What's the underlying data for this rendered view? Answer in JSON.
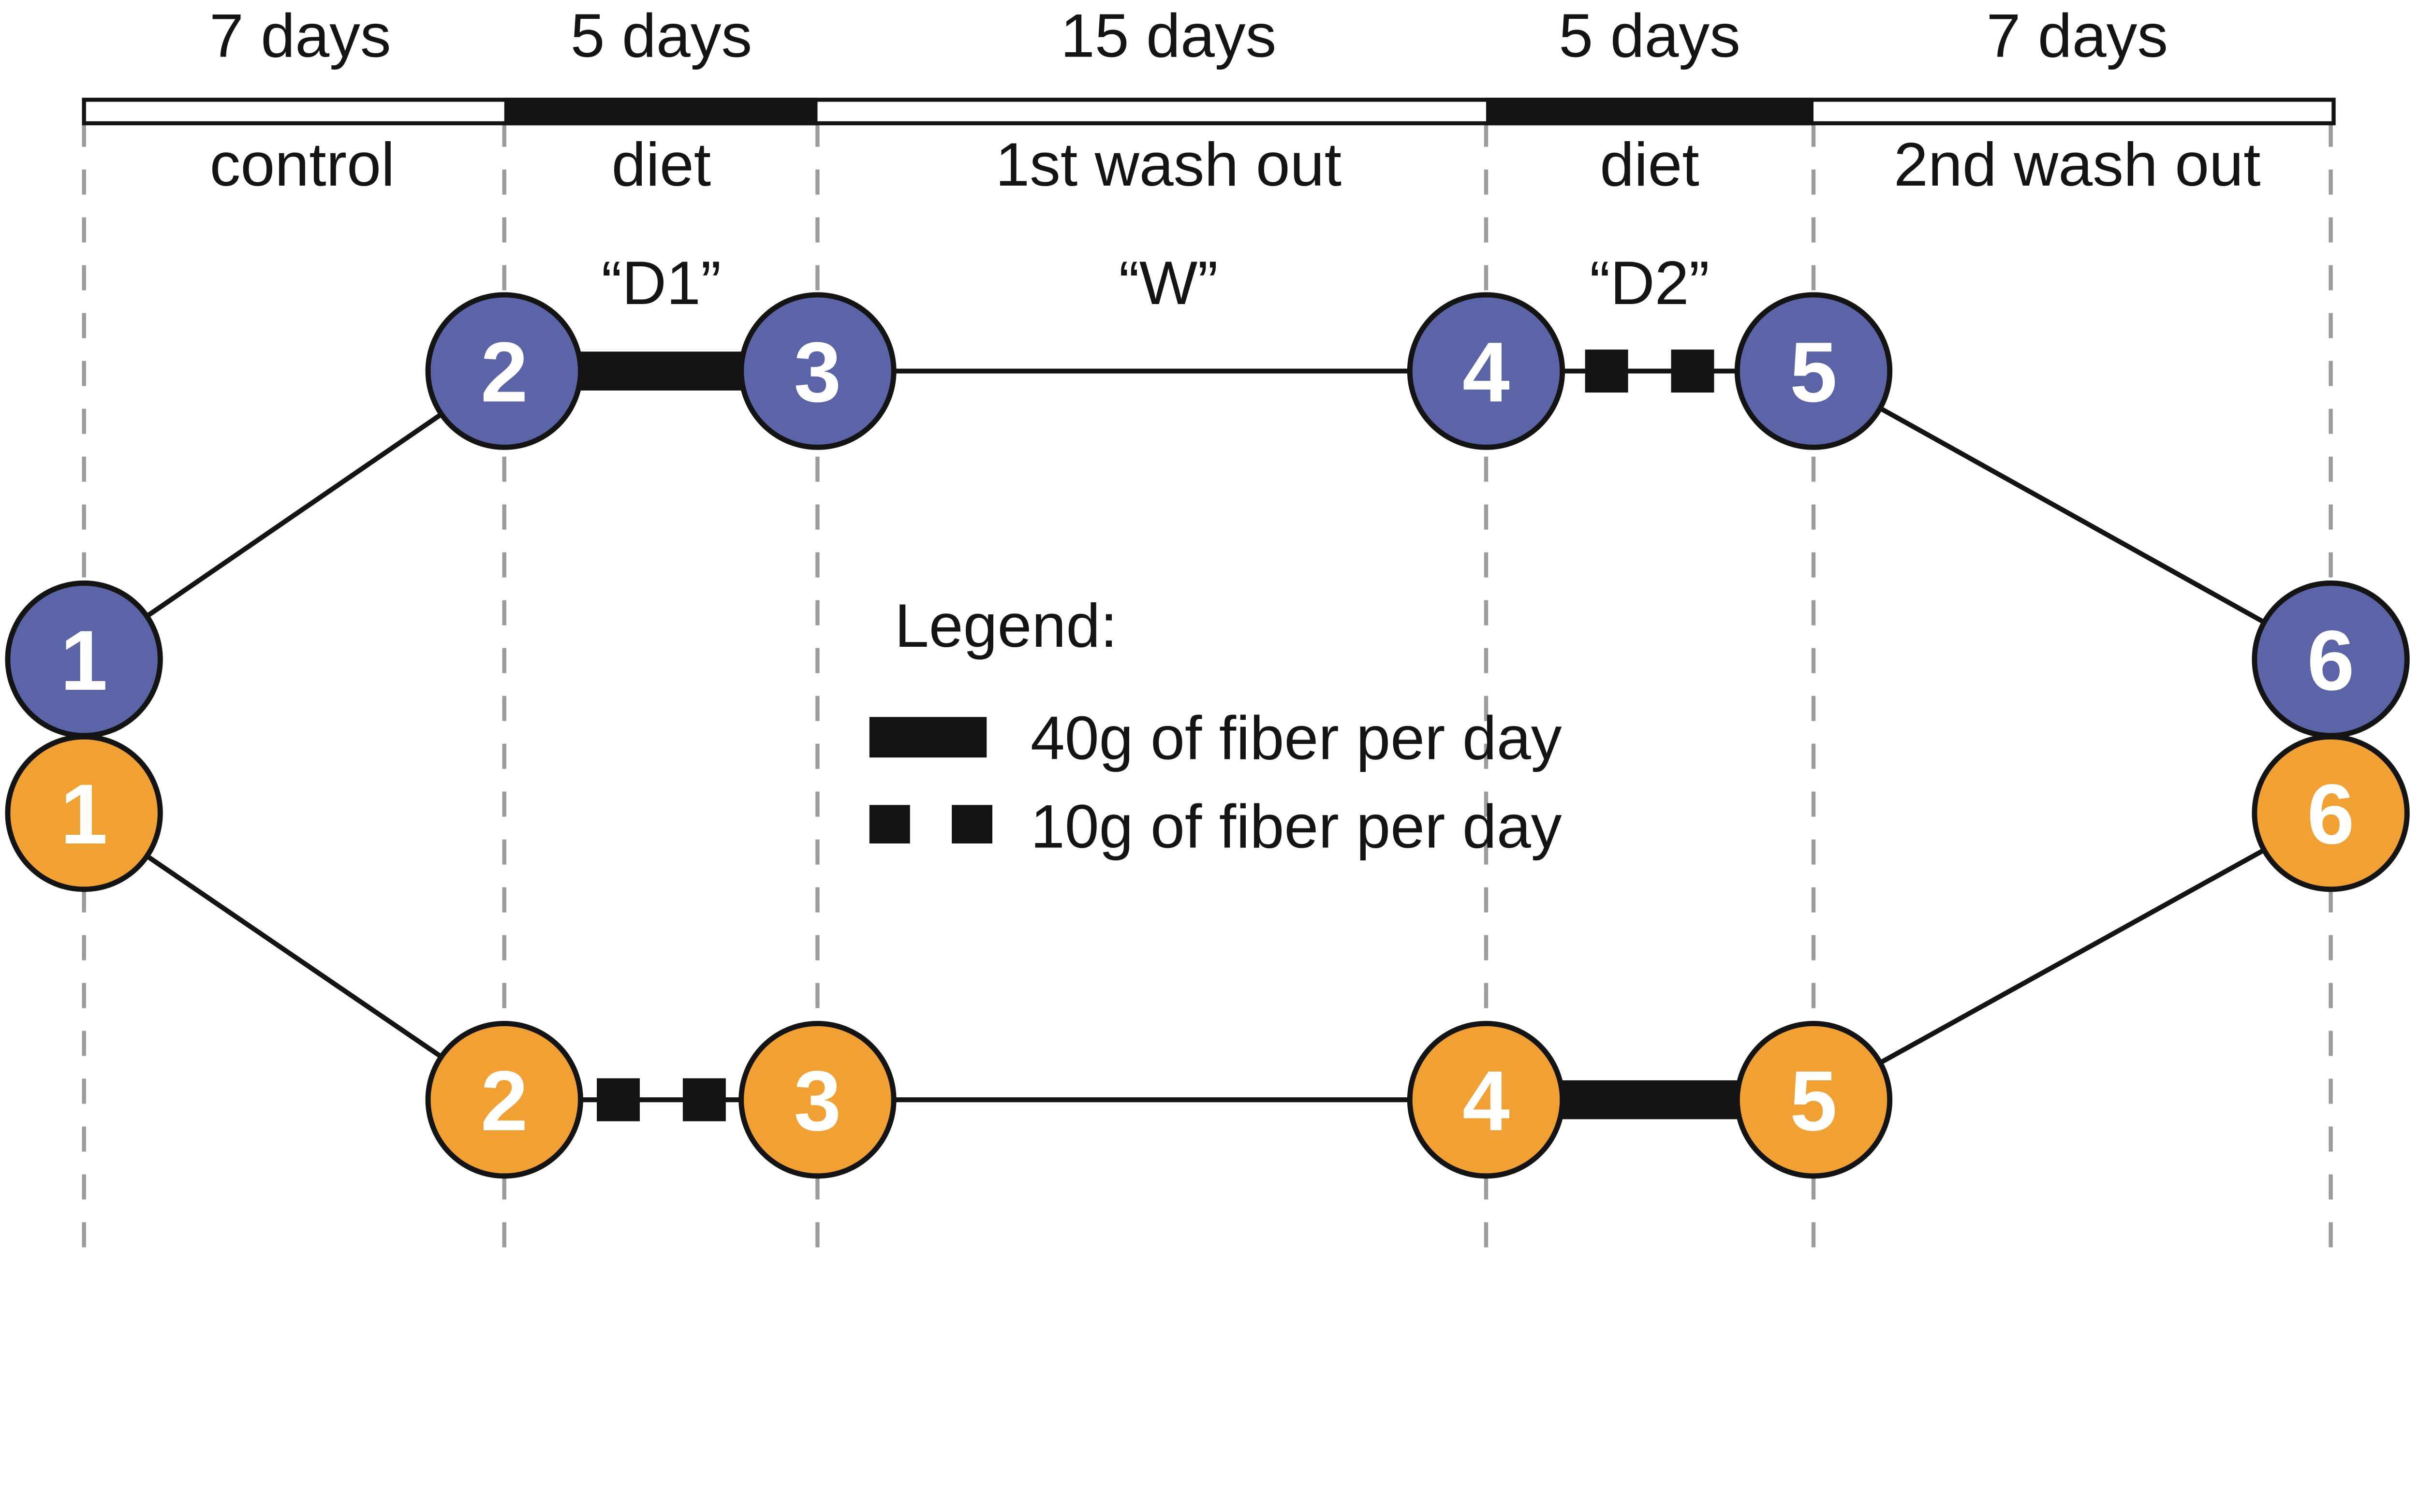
{
  "figure": {
    "type": "crossover-study-design-diagram",
    "legend_title": "Legend:"
  },
  "timeline": {
    "phases": [
      {
        "duration": "7 days",
        "label": "control",
        "segment": "white"
      },
      {
        "duration": "5 days",
        "label": "diet",
        "segment": "black",
        "code": "“D1”"
      },
      {
        "duration": "15 days",
        "label": "1st wash out",
        "segment": "white",
        "code": "“W”"
      },
      {
        "duration": "5 days",
        "label": "diet",
        "segment": "black",
        "code": "“D2”"
      },
      {
        "duration": "7 days",
        "label": "2nd wash out",
        "segment": "white"
      }
    ]
  },
  "arms": [
    {
      "name": "upper-arm-blue",
      "color": "#5A64A7",
      "nodes": [
        "1",
        "2",
        "3",
        "4",
        "5",
        "6"
      ]
    },
    {
      "name": "lower-arm-orange",
      "color": "#F1A133",
      "nodes": [
        "1",
        "2",
        "3",
        "4",
        "5",
        "6"
      ]
    }
  ],
  "legend": {
    "title": "Legend:",
    "items": [
      {
        "swatch": "solid-bar",
        "label": "40g of fiber per day"
      },
      {
        "swatch": "dashed-squares",
        "label": "10g of fiber per day"
      }
    ]
  },
  "colors": {
    "arm_1": "#5A64A7",
    "arm_2": "#F1A133",
    "ink": "#141414",
    "dashed_line": "#9B9B9B",
    "bar_fill": "#FFFFFF"
  }
}
